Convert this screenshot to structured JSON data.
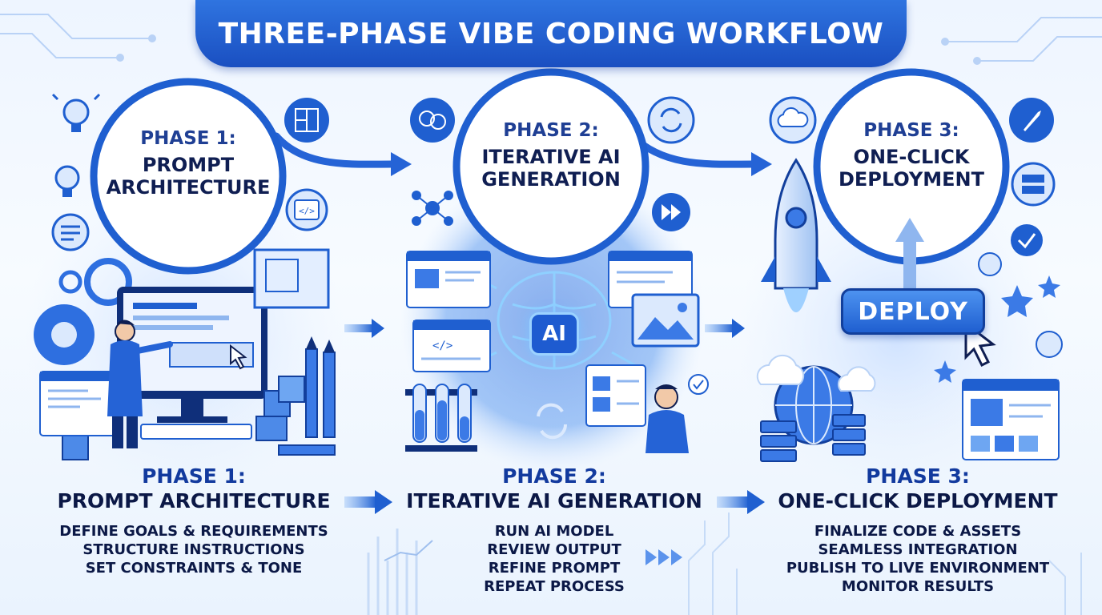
{
  "title": "THREE-PHASE VIBE CODING WORKFLOW",
  "colors": {
    "primary": "#1f5fd0",
    "dark_navy": "#0f1e52",
    "light_blue": "#dbe9fd",
    "accent": "#4d93f0"
  },
  "phases": [
    {
      "phase_label": "PHASE 1:",
      "name_circle_line1": "PROMPT",
      "name_circle_line2": "ARCHITECTURE",
      "name": "PROMPT ARCHITECTURE",
      "steps": [
        "DEFINE GOALS & REQUIREMENTS",
        "STRUCTURE INSTRUCTIONS",
        "SET CONSTRAINTS & TONE"
      ],
      "icons": [
        "lightbulb-icon",
        "blueprint-icon",
        "code-icon",
        "gear-icon",
        "monitor-icon",
        "pencil-icon",
        "cubes-icon",
        "person-icon"
      ]
    },
    {
      "phase_label": "PHASE 2:",
      "name_circle_line1": "ITERATIVE AI",
      "name_circle_line2": "GENERATION",
      "name": "ITERATIVE AI GENERATION",
      "ai_chip_label": "AI",
      "steps": [
        "RUN AI MODEL",
        "REVIEW OUTPUT",
        "REFINE PROMPT",
        "REPEAT PROCESS"
      ],
      "icons": [
        "brain-icon",
        "refresh-icon",
        "network-icon",
        "fast-forward-icon",
        "code-window-icon",
        "image-icon",
        "test-tubes-icon",
        "person-icon"
      ]
    },
    {
      "phase_label": "PHASE 3:",
      "name_circle_line1": "ONE-CLICK",
      "name_circle_line2": "DEPLOYMENT",
      "name": "ONE-CLICK DEPLOYMENT",
      "deploy_button_label": "DEPLOY",
      "steps": [
        "FINALIZE CODE & ASSETS",
        "SEAMLESS INTEGRATION",
        "PUBLISH TO LIVE ENVIRONMENT",
        "MONITOR RESULTS"
      ],
      "icons": [
        "cloud-icon",
        "rocket-icon",
        "server-icon",
        "checkmark-icon",
        "star-icon",
        "globe-icon",
        "cursor-icon"
      ]
    }
  ]
}
